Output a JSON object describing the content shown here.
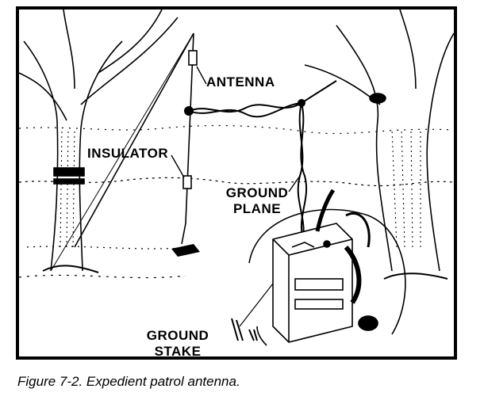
{
  "labels": {
    "antenna": "ANTENNA",
    "insulator": "INSULATOR",
    "ground_plane_line1": "GROUND",
    "ground_plane_line2": "PLANE",
    "ground_stake_line1": "GROUND",
    "ground_stake_line2": "STAKE"
  },
  "caption": "Figure 7-2.  Expedient patrol antenna."
}
